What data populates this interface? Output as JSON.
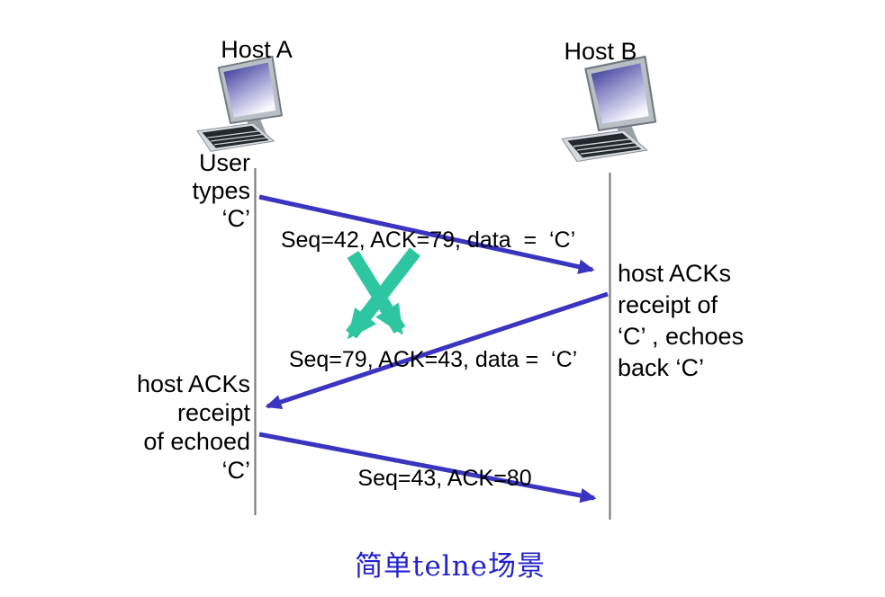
{
  "hosts": {
    "a": {
      "label": "Host A"
    },
    "b": {
      "label": "Host B"
    }
  },
  "annotations": {
    "user_types": {
      "lines": [
        "User",
        "types",
        "‘C’"
      ]
    },
    "host_acks_echo_left": {
      "lines": [
        "host ACKs",
        "receipt",
        "of echoed",
        "‘C’"
      ]
    },
    "host_acks_right": {
      "lines": [
        "host ACKs",
        "receipt of",
        "‘C’ , echoes",
        "back  ‘C’"
      ]
    }
  },
  "messages": [
    {
      "label": "Seq=42, ACK=79, data  =  ‘C’",
      "from": "Host A",
      "to": "Host B",
      "lost": true
    },
    {
      "label": "Seq=79, ACK=43, data =  ‘C’",
      "from": "Host B",
      "to": "Host A",
      "lost": false
    },
    {
      "label": "Seq=43, ACK=80",
      "from": "Host A",
      "to": "Host B",
      "lost": false
    }
  ],
  "loss_marker": {
    "name": "packet-loss-x-mark"
  },
  "caption": "简单telne场景",
  "colors": {
    "arrow_blue": "#3a34c0",
    "loss_green": "#2ec6a0",
    "timeline_gray": "#7d7d7d",
    "caption_blue": "#2222cc",
    "text_black": "#000000"
  }
}
